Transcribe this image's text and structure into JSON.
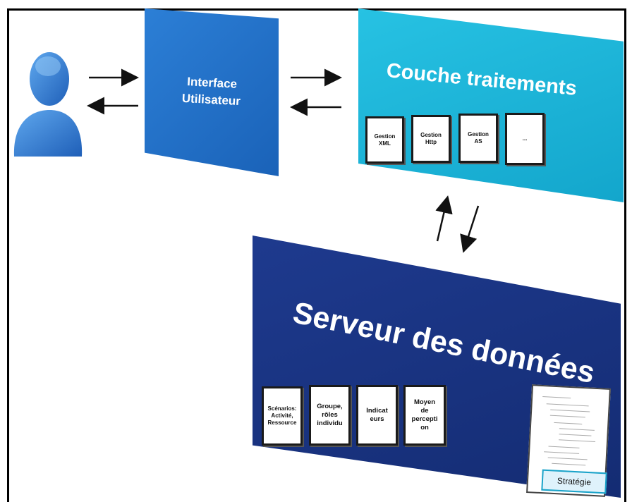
{
  "interface_panel": {
    "title_line1": "Interface",
    "title_line2": "Utilisateur"
  },
  "couche_panel": {
    "title": "Couche traitements",
    "modules": [
      {
        "line1": "Gestion",
        "line2": "XML"
      },
      {
        "line1": "Gestion",
        "line2": "Http"
      },
      {
        "line1": "Gestion",
        "line2": "AS"
      },
      {
        "line1": "...",
        "line2": ""
      }
    ]
  },
  "serveur_panel": {
    "title": "Serveur des données",
    "modules": [
      {
        "lines": [
          "Scénarios:",
          "Activité,",
          "Ressource"
        ]
      },
      {
        "lines": [
          "Groupe,",
          "rôles",
          "individu"
        ]
      },
      {
        "lines": [
          "Indicat",
          "eurs"
        ]
      },
      {
        "lines": [
          "Moyen",
          "de",
          "percepti",
          "on"
        ]
      }
    ],
    "strategy_label": "Stratégie"
  },
  "colors": {
    "interface": "#2274cc",
    "couche": "#1eb4d8",
    "serveur": "#1a3480",
    "user_icon": "#2d7fd3"
  }
}
